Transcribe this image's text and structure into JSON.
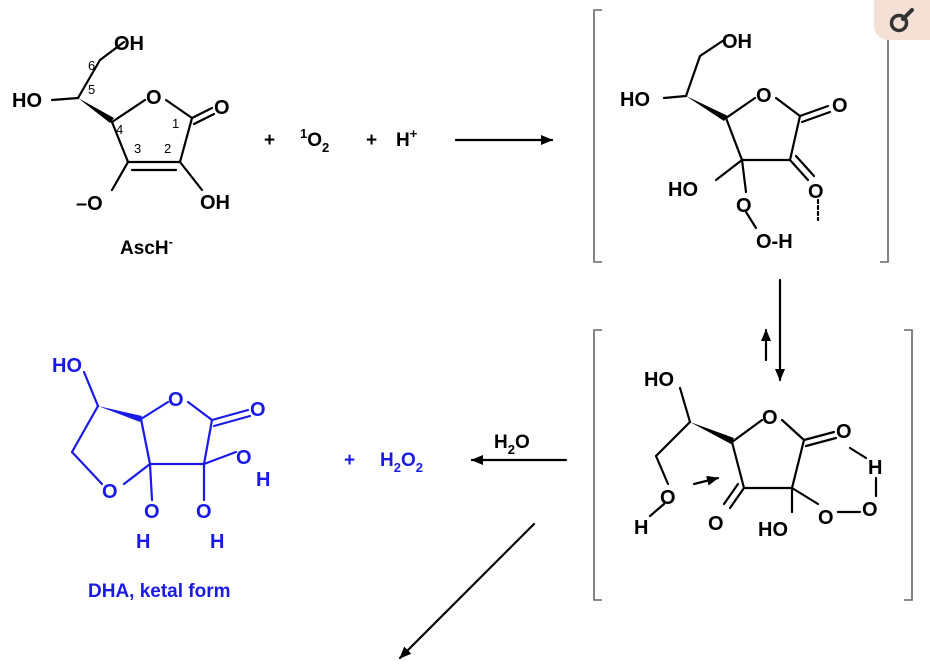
{
  "labels": {
    "oh": "OH",
    "ho": "HO",
    "o": "O",
    "h": "H",
    "o_minus": "–O",
    "plus": "+",
    "one": "1",
    "o2": "O",
    "two": "2",
    "h_plus": "H",
    "plus_sup": "+",
    "h2o_h": "H",
    "h2o_2": "2",
    "h2o_o": "O",
    "h2o2_h": "H",
    "h2o2_2a": "2",
    "h2o2_o": "O",
    "h2o2_2b": "2",
    "asch_name": "AscH",
    "asch_minus": "-",
    "dha_name": "DHA, ketal form",
    "oh_h": "O-H",
    "n1": "1",
    "n2": "2",
    "n3": "3",
    "n4": "4",
    "n5": "5",
    "n6": "6"
  },
  "colors": {
    "black": "#000000",
    "blue": "#1a1ae6",
    "bracket": "#666666",
    "corner_bg": "#f5e0d6"
  },
  "icons": {
    "corner": "wrench-icon"
  }
}
